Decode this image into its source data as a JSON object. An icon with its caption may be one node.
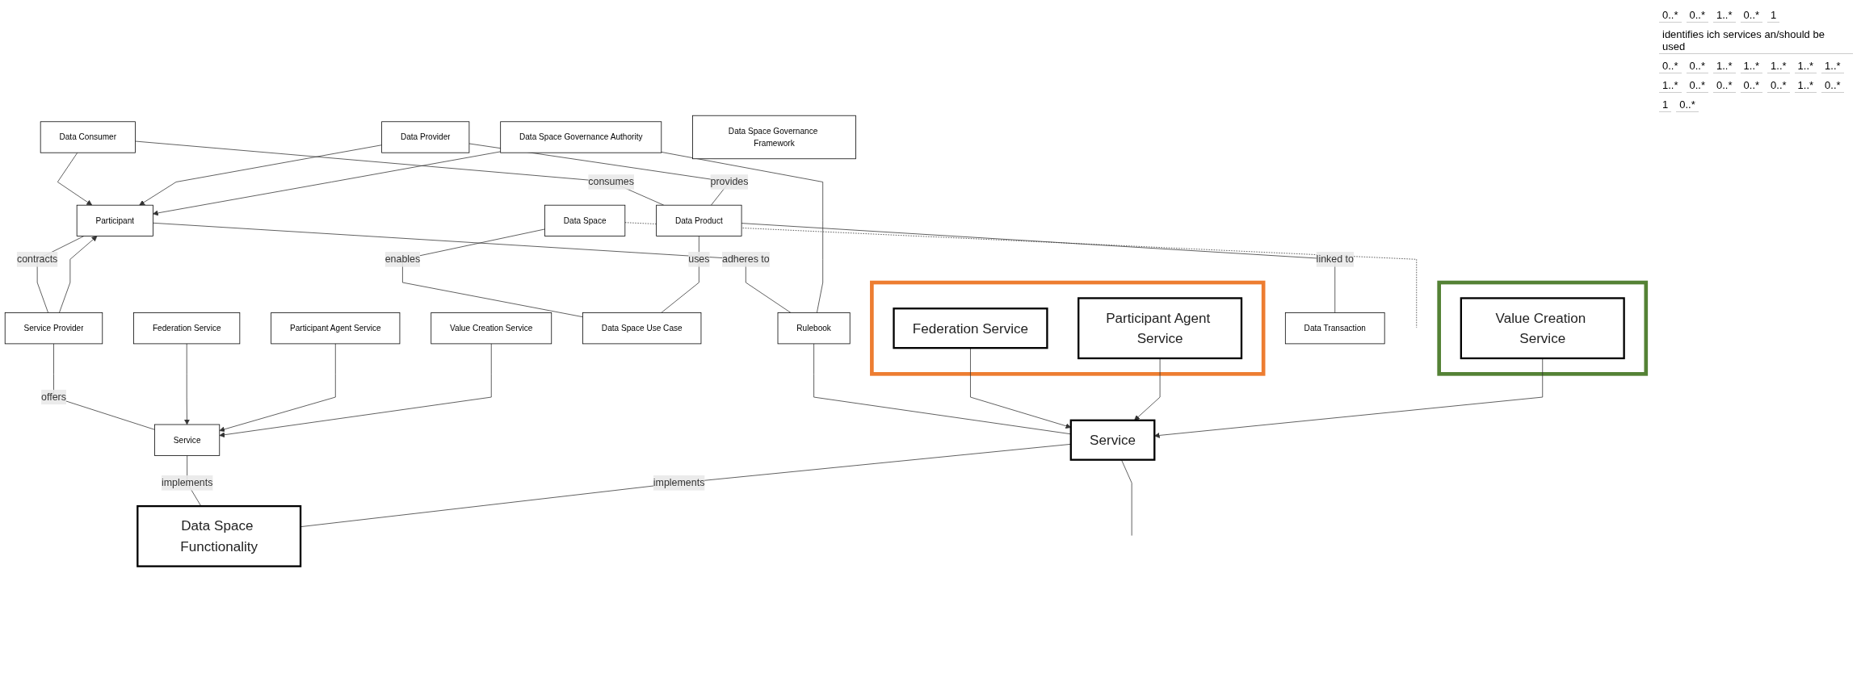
{
  "diagram": {
    "nodes": [
      {
        "text": [
          "Participant"
        ]
      },
      {
        "text": [
          "Service Provider"
        ]
      },
      {
        "text": [
          "Data Space"
        ]
      },
      {
        "text": [
          "Data Consumer"
        ]
      },
      {
        "text": [
          "Data Provider"
        ]
      },
      {
        "text": [
          "Data Space Governance Authority"
        ]
      },
      {
        "text": [
          "Rulebook"
        ]
      },
      {
        "text": [
          "Service"
        ]
      },
      {
        "text": [
          "Service"
        ]
      },
      {
        "text": [
          "Data Space Functionality"
        ]
      },
      {
        "text": [
          "Data Space Governance Framework"
        ]
      },
      {
        "text": [
          "Data Product"
        ]
      },
      {
        "text": [
          "Data Space Use Case"
        ]
      },
      {
        "text": [
          "Federation Service"
        ]
      },
      {
        "text": [
          "Participant Agent Service"
        ]
      },
      {
        "text": [
          "Value Creation Service"
        ]
      },
      {
        "text": [
          "Data Transaction"
        ]
      },
      {
        "text": [],
        "shape": "box"
      },
      {
        "text": [
          "Federation Service"
        ],
        "in": 17
      },
      {
        "text": [
          "Participant Agent Service"
        ],
        "in": 17
      },
      {
        "text": [],
        "shape": "box"
      },
      {
        "text": [
          "Value Creation Service"
        ],
        "in": 20
      }
    ],
    "edges": [
      {
        "from": 0,
        "to": 1,
        "arrow": "none",
        "label": "contracts"
      },
      {
        "from": 1,
        "to": 0,
        "arrow": "to"
      },
      {
        "from": 0,
        "to": 6,
        "arrow": "none",
        "label": "adheres to"
      },
      {
        "from": 2,
        "to": null,
        "arrow": "none",
        "style": "dashed"
      },
      {
        "from": 3,
        "to": 0,
        "arrow": "to"
      },
      {
        "from": 4,
        "to": 0,
        "arrow": "to"
      },
      {
        "from": 5,
        "to": 0,
        "arrow": "to"
      },
      {
        "from": 5,
        "to": 6,
        "arrow": "none"
      },
      {
        "from": 6,
        "to": 7,
        "arrow": "none"
      },
      {
        "from": 2,
        "to": 12,
        "arrow": "none",
        "label": "enables"
      },
      {
        "from": 1,
        "to": 8,
        "arrow": "none",
        "label": "offers"
      },
      {
        "from": 8,
        "to": 9,
        "arrow": "none",
        "label": "implements"
      },
      {
        "from": 7,
        "to": 9,
        "arrow": "none",
        "label": "implements"
      },
      {
        "from": 7,
        "to": null,
        "arrow": "none"
      },
      {
        "from": 3,
        "to": 11,
        "arrow": "none",
        "label": "consumes"
      },
      {
        "from": 4,
        "to": 11,
        "arrow": "none",
        "label": "provides"
      },
      {
        "from": 11,
        "to": 12,
        "arrow": "none",
        "label": "uses"
      },
      {
        "from": 11,
        "to": 16,
        "arrow": "none",
        "label": "linked to"
      },
      {
        "from": 13,
        "to": 8,
        "arrow": "to"
      },
      {
        "from": 14,
        "to": 8,
        "arrow": "to"
      },
      {
        "from": 15,
        "to": 8,
        "arrow": "to"
      },
      {
        "from": 18,
        "to": 7,
        "arrow": "to"
      },
      {
        "from": 19,
        "to": 7,
        "arrow": "to"
      },
      {
        "from": 21,
        "to": 7,
        "arrow": "to"
      }
    ],
    "labels": [
      "0..*",
      "0..*",
      "1..*",
      "0..*",
      "1",
      "identifies ich services an/should be used",
      "0..*",
      "0..*",
      "1..*",
      "1..*",
      "1..*",
      "1..*",
      "1..*",
      "1..*",
      "0..*",
      "0..*",
      "0..*",
      "0..*",
      "1..*",
      "0..*",
      "1",
      "0..*"
    ]
  }
}
